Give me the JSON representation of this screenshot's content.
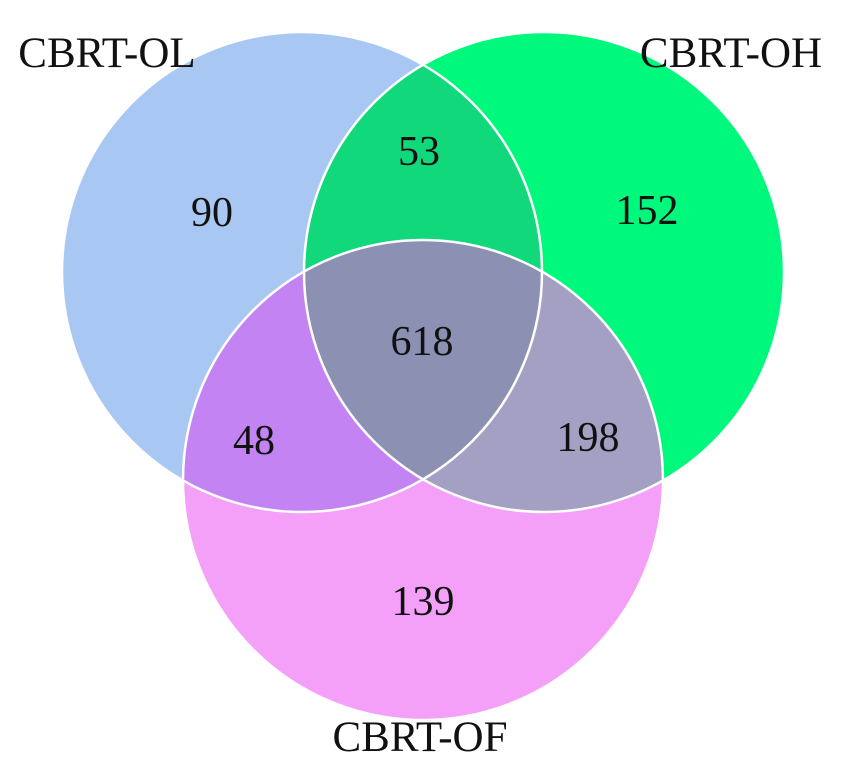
{
  "figure": {
    "background": "#ffffff"
  },
  "chart_data": {
    "type": "venn",
    "title": "",
    "legend_position": "none",
    "outline_color": "#ffffff",
    "text_color": "#111111",
    "sets": [
      {
        "label": "CBRT-OL",
        "value": 90,
        "color": "#a8c8f3"
      },
      {
        "label": "CBRT-OH",
        "value": 152,
        "color": "#00f87c"
      },
      {
        "label": "CBRT-OF",
        "value": 139,
        "color": "#f4a0f8"
      }
    ],
    "overlaps": [
      {
        "sets": [
          "CBRT-OL",
          "CBRT-OH"
        ],
        "value": 53,
        "color": "#12d87c"
      },
      {
        "sets": [
          "CBRT-OL",
          "CBRT-OF"
        ],
        "value": 48,
        "color": "#c383f2"
      },
      {
        "sets": [
          "CBRT-OH",
          "CBRT-OF"
        ],
        "value": 198,
        "color": "#a3a0c3"
      },
      {
        "sets": [
          "CBRT-OL",
          "CBRT-OH",
          "CBRT-OF"
        ],
        "value": 618,
        "color": "#8c91b4"
      }
    ]
  }
}
